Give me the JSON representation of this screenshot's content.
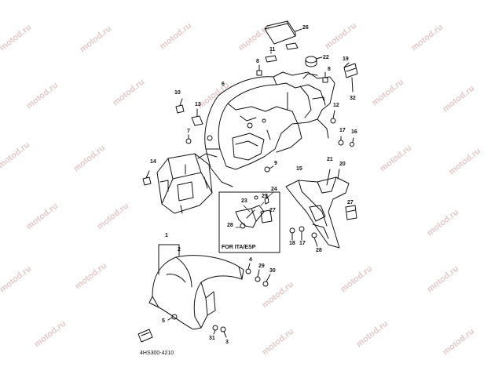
{
  "watermark": "motod.ru",
  "diagram_code": "4HS300-4210",
  "inset_caption": "FOR ITA/ESP",
  "part_labels": {
    "p1": "1",
    "p2": "2",
    "p3": "3",
    "p4": "4",
    "p5": "5",
    "p6": "6",
    "p7": "7",
    "p8a": "8",
    "p8b": "8",
    "p9": "9",
    "p10": "10",
    "p11": "11",
    "p12": "12",
    "p13": "13",
    "p14": "14",
    "p15": "15",
    "p16": "16",
    "p17a": "17",
    "p17b": "17",
    "p18": "18",
    "p19": "19",
    "p20": "20",
    "p21": "21",
    "p22": "22",
    "p23": "23",
    "p24": "24",
    "p25": "25",
    "p26": "26",
    "p27a": "27",
    "p27b": "27",
    "p28a": "28",
    "p28b": "28",
    "p29": "29",
    "p30": "30",
    "p31": "31",
    "p32": "32"
  }
}
